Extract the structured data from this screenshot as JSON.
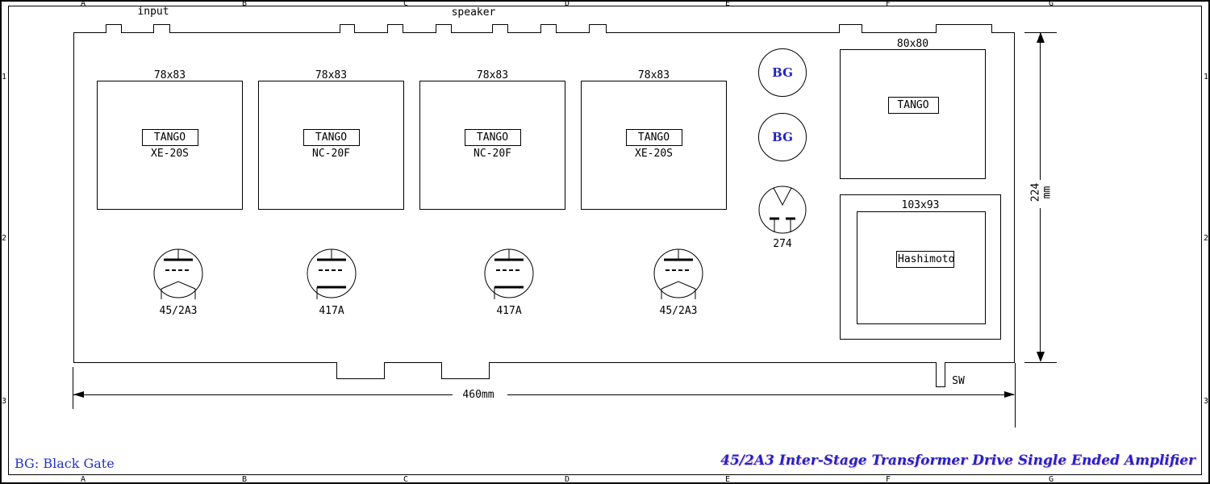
{
  "colors": {
    "line": "#000000",
    "accent_blue": "#2222cc",
    "background": "#ffffff"
  },
  "frame": {
    "zone_letters": [
      "A",
      "B",
      "C",
      "D",
      "E",
      "F",
      "G"
    ],
    "zone_numbers": [
      "1",
      "2",
      "3"
    ]
  },
  "chassis": {
    "input_label": "input",
    "speaker_label": "speaker",
    "switch_label": "SW"
  },
  "transformers": [
    {
      "size": "78x83",
      "brand": "TANGO",
      "model": "XE-20S"
    },
    {
      "size": "78x83",
      "brand": "TANGO",
      "model": "NC-20F"
    },
    {
      "size": "78x83",
      "brand": "TANGO",
      "model": "NC-20F"
    },
    {
      "size": "78x83",
      "brand": "TANGO",
      "model": "XE-20S"
    }
  ],
  "tubes": [
    {
      "label": "45/2A3"
    },
    {
      "label": "417A"
    },
    {
      "label": "417A"
    },
    {
      "label": "45/2A3"
    }
  ],
  "capacitors": [
    {
      "label": "BG"
    },
    {
      "label": "BG"
    }
  ],
  "rectifier": {
    "label": "274"
  },
  "right_top_unit": {
    "size": "80x80",
    "brand": "TANGO"
  },
  "right_bottom_unit": {
    "size": "103x93",
    "brand": "Hashimoto"
  },
  "dimensions": {
    "width_label": "460mm",
    "height_value": "224",
    "height_unit": "mm"
  },
  "footer": {
    "legend": "BG: Black Gate",
    "title": "45/2A3 Inter-Stage Transformer Drive Single Ended Amplifier"
  }
}
